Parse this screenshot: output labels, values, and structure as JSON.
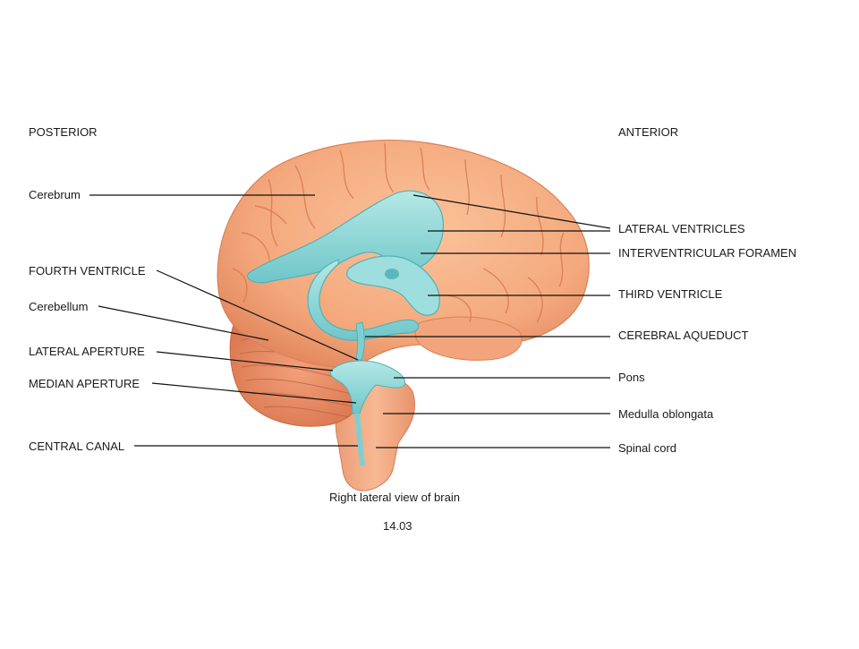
{
  "orientation": {
    "posterior": "POSTERIOR",
    "anterior": "ANTERIOR"
  },
  "labels_left": {
    "cerebrum": "Cerebrum",
    "fourth_ventricle": "FOURTH VENTRICLE",
    "cerebellum": "Cerebellum",
    "lateral_aperture": "LATERAL APERTURE",
    "median_aperture": "MEDIAN APERTURE",
    "central_canal": "CENTRAL CANAL"
  },
  "labels_right": {
    "lateral_ventricles": "LATERAL VENTRICLES",
    "interventricular_foramen": "INTERVENTRICULAR FORAMEN",
    "third_ventricle": "THIRD VENTRICLE",
    "cerebral_aqueduct": "CEREBRAL AQUEDUCT",
    "pons": "Pons",
    "medulla_oblongata": "Medulla oblongata",
    "spinal_cord": "Spinal cord"
  },
  "caption": {
    "view": "Right lateral view of brain",
    "figure_number": "14.03"
  },
  "colors": {
    "brain": "#f4a87c",
    "brain_dark": "#e07f55",
    "ventricle": "#8fd6d6",
    "ventricle_dark": "#4fb3b8",
    "leader_line": "#111111"
  }
}
